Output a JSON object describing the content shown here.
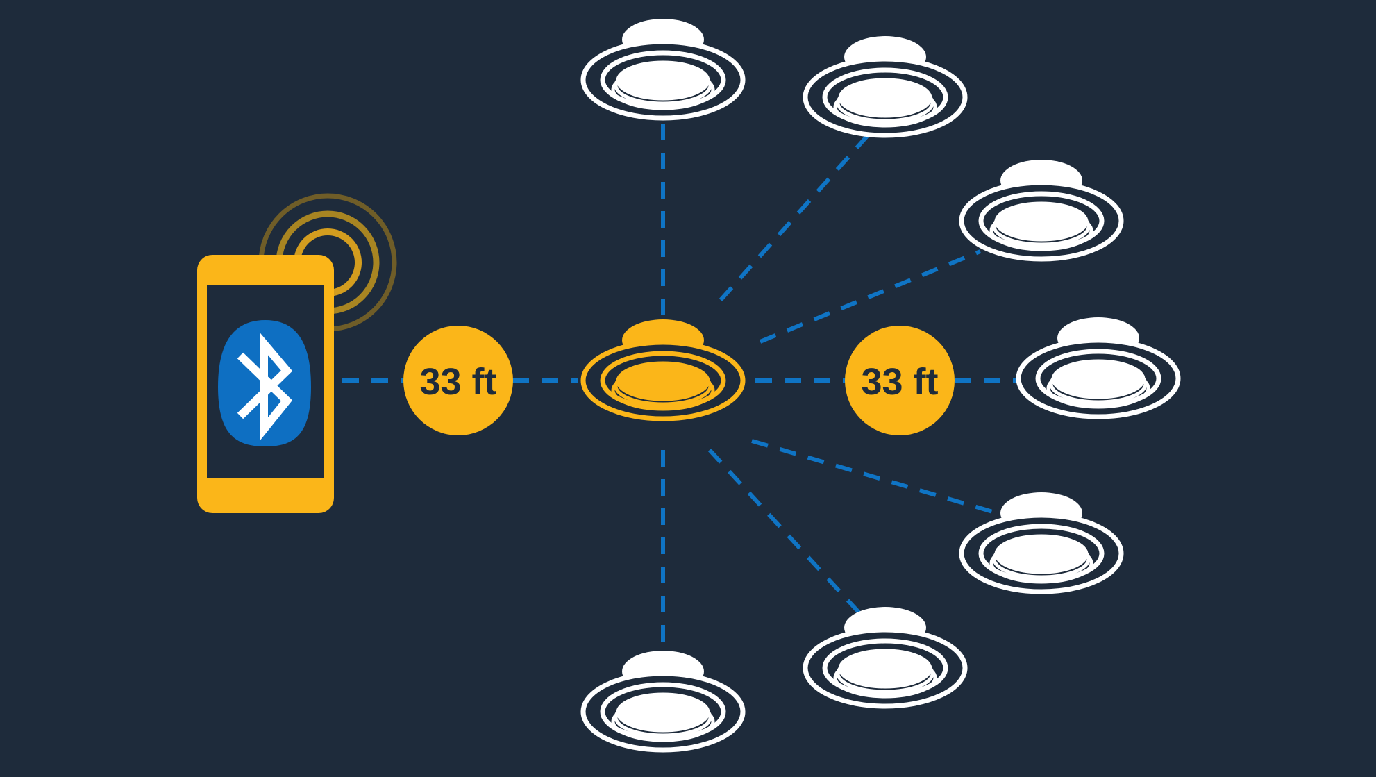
{
  "colors": {
    "background": "#1e2b3b",
    "accent": "#fbb619",
    "link": "#0f74c4",
    "light": "#ffffff",
    "ring_dim": "#6f5d28",
    "ring_mid": "#a88522",
    "bluetooth": "#0e6fc2"
  },
  "phone": {
    "icon": "bluetooth-icon",
    "signal_rings": 3
  },
  "distance_labels": [
    {
      "text": "33 ft"
    },
    {
      "text": "33 ft"
    }
  ],
  "hub_light": {
    "state": "active",
    "color": "accent"
  },
  "mesh_lights": [
    {
      "name": "top"
    },
    {
      "name": "top-right-near"
    },
    {
      "name": "upper-right"
    },
    {
      "name": "right"
    },
    {
      "name": "lower-right"
    },
    {
      "name": "bottom-right-near"
    },
    {
      "name": "bottom"
    }
  ]
}
